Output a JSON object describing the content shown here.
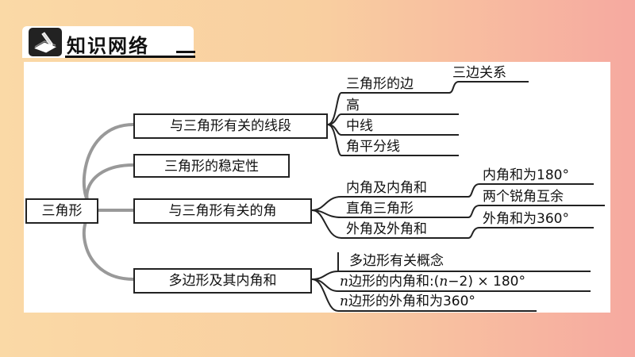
{
  "header": {
    "title": "知识网络",
    "logo_icon": "book-pencil-icon"
  },
  "root": "三角形",
  "branches": [
    {
      "label": "与三角形有关的线段",
      "children": [
        "三角形的边",
        "高",
        "中线",
        "角平分线"
      ],
      "sub": {
        "parent": "三角形的边",
        "label": "三边关系"
      }
    },
    {
      "label": "三角形的稳定性",
      "children": []
    },
    {
      "label": "与三角形有关的角",
      "children": [
        "内角及内角和",
        "直角三角形",
        "外角及外角和"
      ],
      "subs": [
        "内角和为180°",
        "两个锐角互余",
        "外角和为360°"
      ]
    },
    {
      "label": "多边形及其内角和",
      "children": [
        "多边形有关概念",
        "n边形的内角和:(n−2) × 180°",
        "n边形的外角和为360°"
      ]
    }
  ],
  "formula": {
    "n": "n",
    "interior_rest": "边形的内角和:(",
    "interior_n": "n",
    "interior_tail": "−2) × 180°",
    "exterior_rest": "边形的外角和为360°"
  },
  "colors": {
    "connector": "#999999",
    "line": "#222222"
  }
}
